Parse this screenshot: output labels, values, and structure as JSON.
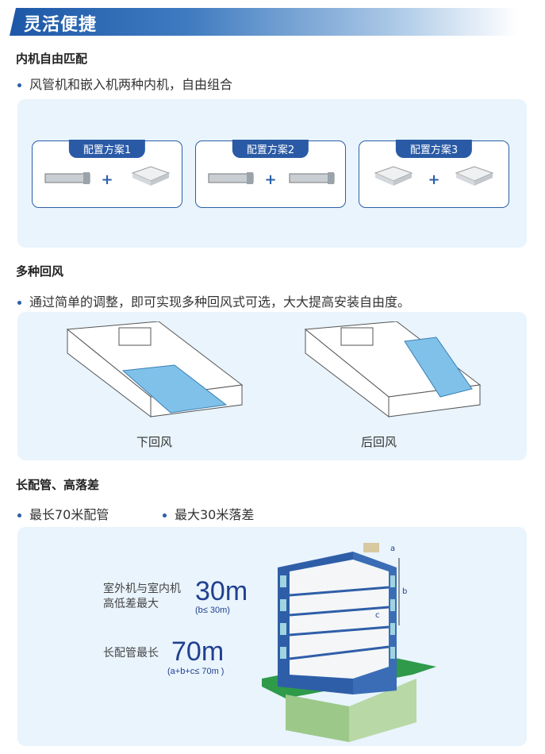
{
  "header": {
    "title": "灵活便捷"
  },
  "section1": {
    "title": "内机自由匹配",
    "bullet": "风管机和嵌入机两种内机，自由组合",
    "configs": [
      {
        "label": "配置方案1",
        "units": [
          "duct",
          "cassette"
        ]
      },
      {
        "label": "配置方案2",
        "units": [
          "duct",
          "duct"
        ]
      },
      {
        "label": "配置方案3",
        "units": [
          "cassette",
          "cassette"
        ]
      }
    ],
    "plus": "+"
  },
  "section2": {
    "title": "多种回风",
    "bullet": "通过简单的调整，即可实现多种回风式可选，大大提高安装自由度。",
    "options": [
      {
        "label": "下回风"
      },
      {
        "label": "后回风"
      }
    ]
  },
  "section3": {
    "title": "长配管、高落差",
    "bullets": [
      "最长70米配管",
      "最大30米落差"
    ],
    "height_diff": {
      "label_line1": "室外机与室内机",
      "label_line2": "高低差最大",
      "value": "30m",
      "note": "(b≤ 30m)"
    },
    "pipe_length": {
      "label": "长配管最长",
      "value": "70m",
      "note": "(a+b+c≤ 70m )"
    },
    "diagram_labels": [
      "a",
      "b",
      "c"
    ]
  },
  "colors": {
    "brand": "#2a5fa8",
    "panel": "#e9f4fd",
    "value": "#23408f"
  }
}
